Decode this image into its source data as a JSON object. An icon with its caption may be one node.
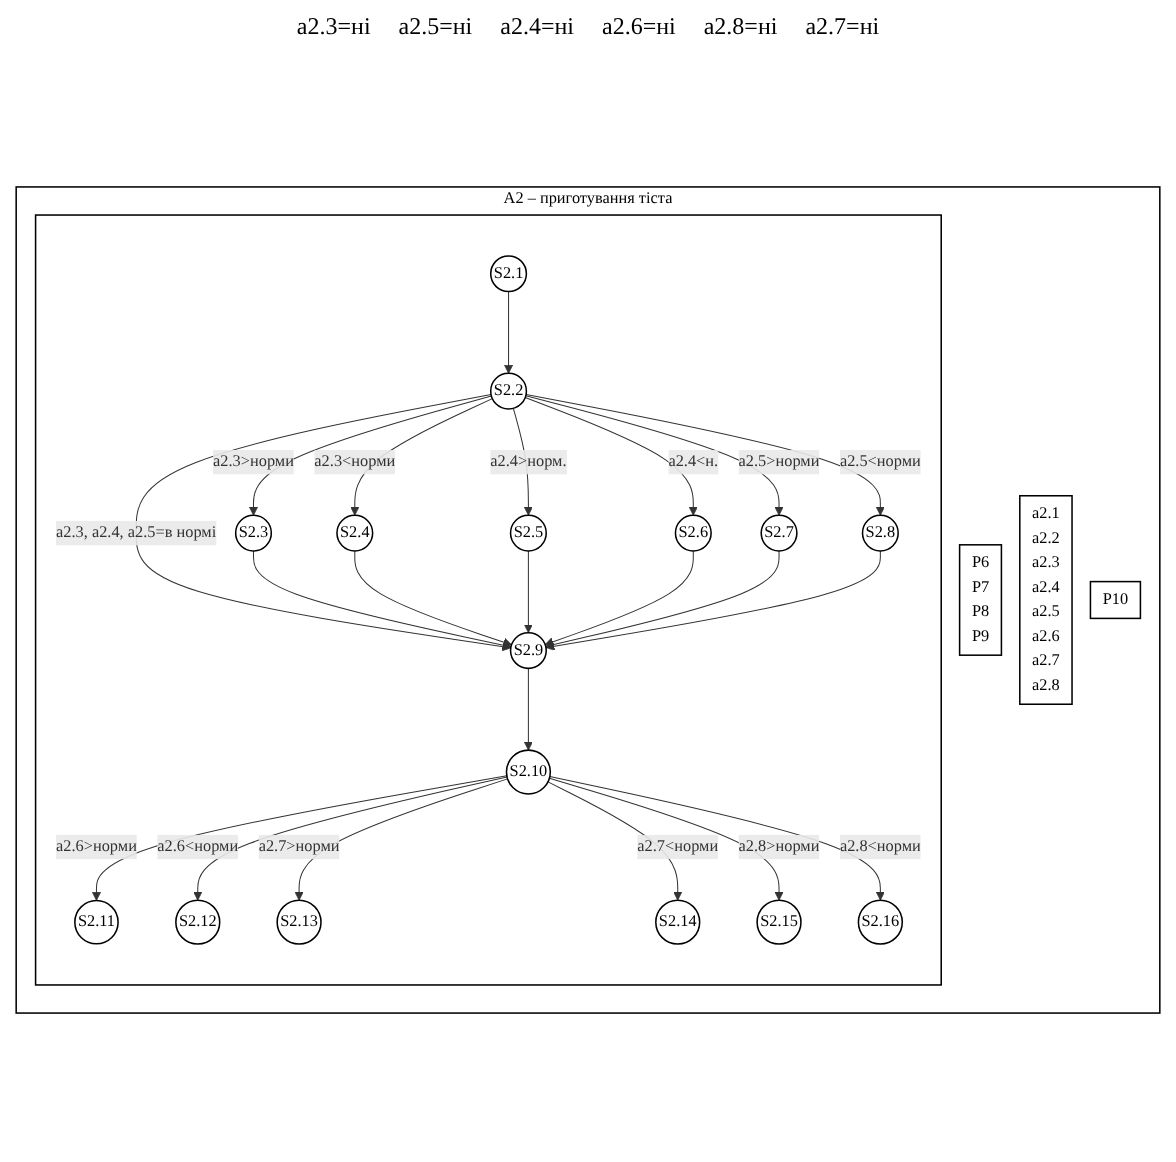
{
  "diagram": {
    "nodes": [
      {
        "text": [
          "A2 – приготування тіста"
        ]
      },
      {
        "text": [
          "P6",
          "P7",
          "P8",
          "P9"
        ],
        "in": 0
      },
      {
        "text": [
          "a2.1",
          "a2.2",
          "a2.3",
          "a2.4",
          "a2.5",
          "a2.6",
          "a2.7",
          "a2.8"
        ],
        "in": 0
      },
      {
        "text": [],
        "shape": "box",
        "in": 0
      },
      {
        "text": [
          "S2.1"
        ],
        "in": 3
      },
      {
        "text": [
          "S2.2"
        ],
        "in": 3
      },
      {
        "text": [
          "S2.3"
        ],
        "in": 3
      },
      {
        "text": [
          "S2.4"
        ],
        "in": 3
      },
      {
        "text": [
          "S2.5"
        ],
        "in": 3
      },
      {
        "text": [
          "S2.6"
        ],
        "in": 3
      },
      {
        "text": [
          "S2.7"
        ],
        "in": 3
      },
      {
        "text": [
          "S2.8"
        ],
        "in": 3
      },
      {
        "text": [
          "S2.9"
        ],
        "in": 3
      },
      {
        "text": [
          "S2.10"
        ],
        "in": 3
      },
      {
        "text": [
          "S2.11"
        ],
        "in": 3
      },
      {
        "text": [
          "S2.12"
        ],
        "in": 3
      },
      {
        "text": [
          "S2.13"
        ],
        "in": 3
      },
      {
        "text": [
          "S2.14"
        ],
        "in": 3
      },
      {
        "text": [
          "S2.15"
        ],
        "in": 3
      },
      {
        "text": [
          "S2.16"
        ],
        "in": 3
      },
      {
        "text": [
          "P10"
        ],
        "in": 0
      }
    ],
    "edges": [
      {
        "from": 4,
        "to": 5,
        "arrow": "to"
      },
      {
        "from": 5,
        "to": 6,
        "arrow": "to",
        "label": "a2.3>норми"
      },
      {
        "from": 5,
        "to": 7,
        "arrow": "to",
        "label": "a2.3<норми"
      },
      {
        "from": 5,
        "to": 8,
        "arrow": "to",
        "label": "a2.4>норм."
      },
      {
        "from": 5,
        "to": 9,
        "arrow": "to",
        "label": "a2.4<н."
      },
      {
        "from": 5,
        "to": 10,
        "arrow": "to",
        "label": "a2.5>норми"
      },
      {
        "from": 5,
        "to": 11,
        "arrow": "to",
        "label": "a2.5<норми"
      },
      {
        "from": 5,
        "to": 12,
        "arrow": "to",
        "label": "a2.3, a2.4, a2.5=в нормі"
      },
      {
        "from": 6,
        "to": 12,
        "arrow": "to"
      },
      {
        "from": 7,
        "to": 12,
        "arrow": "to"
      },
      {
        "from": 8,
        "to": 12,
        "arrow": "to"
      },
      {
        "from": 9,
        "to": 12,
        "arrow": "to"
      },
      {
        "from": 10,
        "to": 12,
        "arrow": "to"
      },
      {
        "from": 11,
        "to": 12,
        "arrow": "to"
      },
      {
        "from": 12,
        "to": 13,
        "arrow": "to"
      },
      {
        "from": 13,
        "to": 14,
        "arrow": "to",
        "label": "a2.6>норми"
      },
      {
        "from": 13,
        "to": 15,
        "arrow": "to",
        "label": "a2.6<норми"
      },
      {
        "from": 13,
        "to": 16,
        "arrow": "to",
        "label": "a2.7>норми"
      },
      {
        "from": 13,
        "to": 17,
        "arrow": "to",
        "label": "a2.7<норми"
      },
      {
        "from": 13,
        "to": 18,
        "arrow": "to",
        "label": "a2.8>норми"
      },
      {
        "from": 13,
        "to": 19,
        "arrow": "to",
        "label": "a2.8<норми"
      }
    ],
    "labels": [
      "a2.3=ні",
      "a2.5=ні",
      "a2.4=ні",
      "a2.6=ні",
      "a2.8=ні",
      "a2.7=ні"
    ]
  }
}
